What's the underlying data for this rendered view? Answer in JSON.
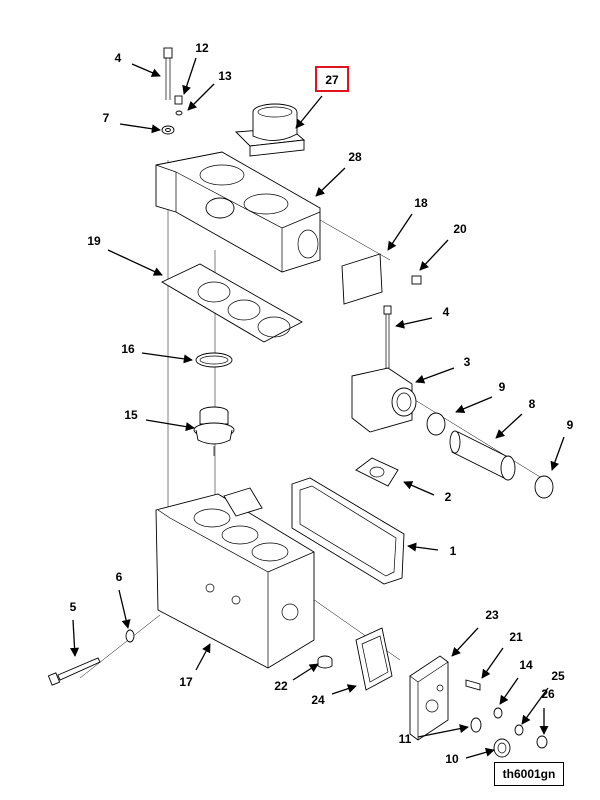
{
  "diagram": {
    "highlight_color": "#e0141e",
    "figure_id": "th6001gn",
    "callouts": [
      {
        "id": "4a",
        "label": "4",
        "highlighted": false
      },
      {
        "id": "12",
        "label": "12",
        "highlighted": false
      },
      {
        "id": "13",
        "label": "13",
        "highlighted": false
      },
      {
        "id": "7",
        "label": "7",
        "highlighted": false
      },
      {
        "id": "27",
        "label": "27",
        "highlighted": true
      },
      {
        "id": "28",
        "label": "28",
        "highlighted": false
      },
      {
        "id": "18",
        "label": "18",
        "highlighted": false
      },
      {
        "id": "20",
        "label": "20",
        "highlighted": false
      },
      {
        "id": "19",
        "label": "19",
        "highlighted": false
      },
      {
        "id": "4b",
        "label": "4",
        "highlighted": false
      },
      {
        "id": "16",
        "label": "16",
        "highlighted": false
      },
      {
        "id": "3",
        "label": "3",
        "highlighted": false
      },
      {
        "id": "9a",
        "label": "9",
        "highlighted": false
      },
      {
        "id": "8",
        "label": "8",
        "highlighted": false
      },
      {
        "id": "9b",
        "label": "9",
        "highlighted": false
      },
      {
        "id": "15",
        "label": "15",
        "highlighted": false
      },
      {
        "id": "2",
        "label": "2",
        "highlighted": false
      },
      {
        "id": "1",
        "label": "1",
        "highlighted": false
      },
      {
        "id": "6",
        "label": "6",
        "highlighted": false
      },
      {
        "id": "5",
        "label": "5",
        "highlighted": false
      },
      {
        "id": "23",
        "label": "23",
        "highlighted": false
      },
      {
        "id": "21",
        "label": "21",
        "highlighted": false
      },
      {
        "id": "14",
        "label": "14",
        "highlighted": false
      },
      {
        "id": "25",
        "label": "25",
        "highlighted": false
      },
      {
        "id": "26",
        "label": "26",
        "highlighted": false
      },
      {
        "id": "17",
        "label": "17",
        "highlighted": false
      },
      {
        "id": "22",
        "label": "22",
        "highlighted": false
      },
      {
        "id": "24",
        "label": "24",
        "highlighted": false
      },
      {
        "id": "11",
        "label": "11",
        "highlighted": false
      },
      {
        "id": "10",
        "label": "10",
        "highlighted": false
      }
    ]
  }
}
